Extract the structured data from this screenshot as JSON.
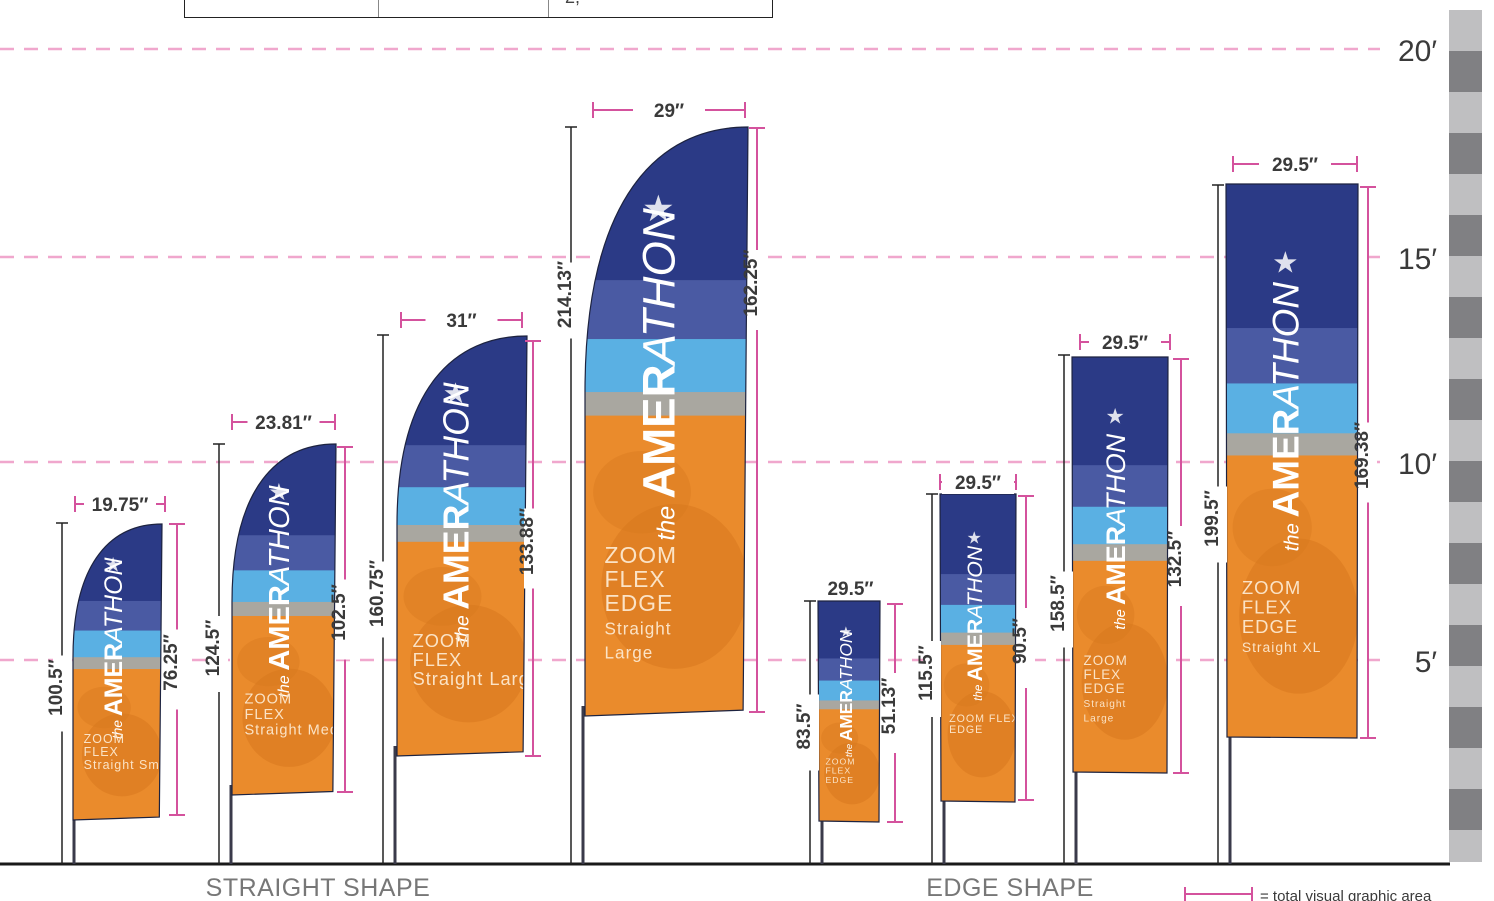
{
  "colors": {
    "guide": "#f0a7cd",
    "dimension": "#d4529d",
    "pole": "#3a3a4a",
    "ground": "#1a1a1a",
    "ruler_light": "#bfbfc1",
    "ruler_dark": "#808083",
    "navy": "#2b3a86",
    "navy_mid": "#4a5aa3",
    "sky": "#5ab0e3",
    "gray_band": "#a9a7a0",
    "orange": "#ea8b2c",
    "orange_dark": "#d7781f",
    "text": "#3a3a3a",
    "label_gray": "#777777"
  },
  "top_table": {
    "partial_text": "2,"
  },
  "scale_labels": [
    "20′",
    "15′",
    "10′",
    "5′"
  ],
  "group_labels": {
    "straight": "STRAIGHT SHAPE",
    "edge": "EDGE SHAPE"
  },
  "legend": {
    "text": "= total visual graphic area"
  },
  "flag_graphic": {
    "brand_small": "the",
    "brand_bold": "AMER",
    "brand_light": "ATHON",
    "line1": "ZOOM",
    "line2": "FLEX",
    "line3": "EDGE"
  },
  "flags": [
    {
      "id": "straight-1",
      "shape": "straight",
      "width": "19.75″",
      "pole_height": "100.5″",
      "graphic_height": "76.25″",
      "caption": [
        "ZOOM",
        "FLEX",
        "Straight Small"
      ]
    },
    {
      "id": "straight-2",
      "shape": "straight",
      "width": "23.81″",
      "pole_height": "124.5″",
      "graphic_height": "102.5″",
      "caption": [
        "ZOOM",
        "FLEX",
        "Straight Medium"
      ]
    },
    {
      "id": "straight-3",
      "shape": "straight",
      "width": "31″",
      "pole_height": "160.75″",
      "graphic_height": "133.88″",
      "caption": [
        "ZOOM",
        "FLEX",
        "Straight Large"
      ]
    },
    {
      "id": "straight-4",
      "shape": "straight",
      "width": "29″",
      "pole_height": "214.13″",
      "graphic_height": "162.25″",
      "caption": [
        "ZOOM",
        "FLEX",
        "EDGE",
        "Straight",
        "Large"
      ]
    },
    {
      "id": "edge-1",
      "shape": "edge",
      "width": "29.5″",
      "pole_height": "83.5″",
      "graphic_height": "51.13″",
      "caption": [
        "ZOOM",
        "FLEX",
        "EDGE"
      ]
    },
    {
      "id": "edge-2",
      "shape": "edge",
      "width": "29.5″",
      "pole_height": "115.5″",
      "graphic_height": "90.5″",
      "caption": [
        "ZOOM FLEX",
        "EDGE"
      ]
    },
    {
      "id": "edge-3",
      "shape": "edge",
      "width": "29.5″",
      "pole_height": "158.5″",
      "graphic_height": "132.5″",
      "caption": [
        "ZOOM",
        "FLEX",
        "EDGE",
        "Straight",
        "Large"
      ]
    },
    {
      "id": "edge-4",
      "shape": "edge",
      "width": "29.5″",
      "pole_height": "199.5″",
      "graphic_height": "169.38″",
      "caption": [
        "ZOOM",
        "FLEX",
        "EDGE",
        "Straight XL"
      ]
    }
  ]
}
